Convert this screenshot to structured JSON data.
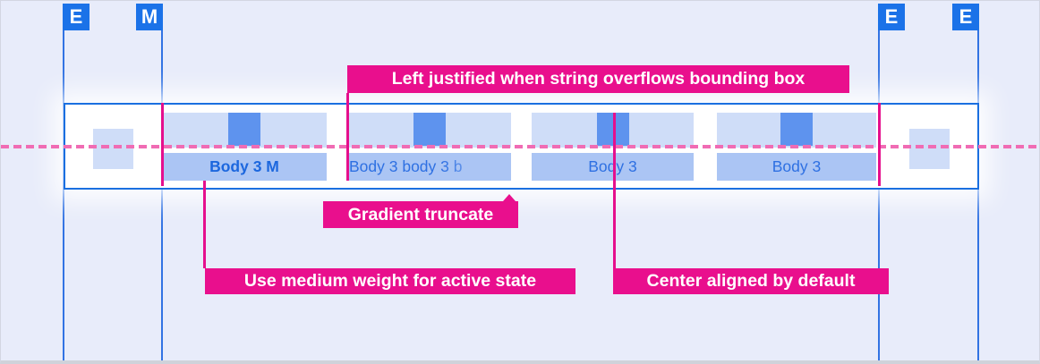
{
  "markers": [
    {
      "letter": "E"
    },
    {
      "letter": "M"
    },
    {
      "letter": "E"
    },
    {
      "letter": "E"
    }
  ],
  "component": {
    "tabs": [
      {
        "label": "Body 3 M",
        "state": "active",
        "align": "center",
        "weight": "medium"
      },
      {
        "label": "Body 3 body 3 b",
        "state": "default",
        "align": "left",
        "truncation": "gradient"
      },
      {
        "label": "Body 3",
        "state": "default",
        "align": "center"
      },
      {
        "label": "Body 3",
        "state": "default",
        "align": "center"
      }
    ]
  },
  "annotations": [
    {
      "id": "left-justified",
      "text": "Left justified when string overflows bounding box"
    },
    {
      "id": "gradient-truncate",
      "text": "Gradient truncate"
    },
    {
      "id": "medium-weight",
      "text": "Use medium weight for active state"
    },
    {
      "id": "center-aligned",
      "text": "Center aligned by default"
    }
  ],
  "colors": {
    "background": "#e8ecfa",
    "marker_blue": "#1b72e8",
    "guide_line_blue": "#3273e3",
    "band_border_blue": "#1a6fe0",
    "tab_top_blue": "#cfddf8",
    "tab_label_blue": "#abc5f4",
    "icon_blue": "#5e93ee",
    "text_blue": "#2e70e2",
    "active_text_blue": "#1c67de",
    "annotation_magenta": "#e90f8d",
    "dashed_line_pink": "#f06cb4"
  }
}
